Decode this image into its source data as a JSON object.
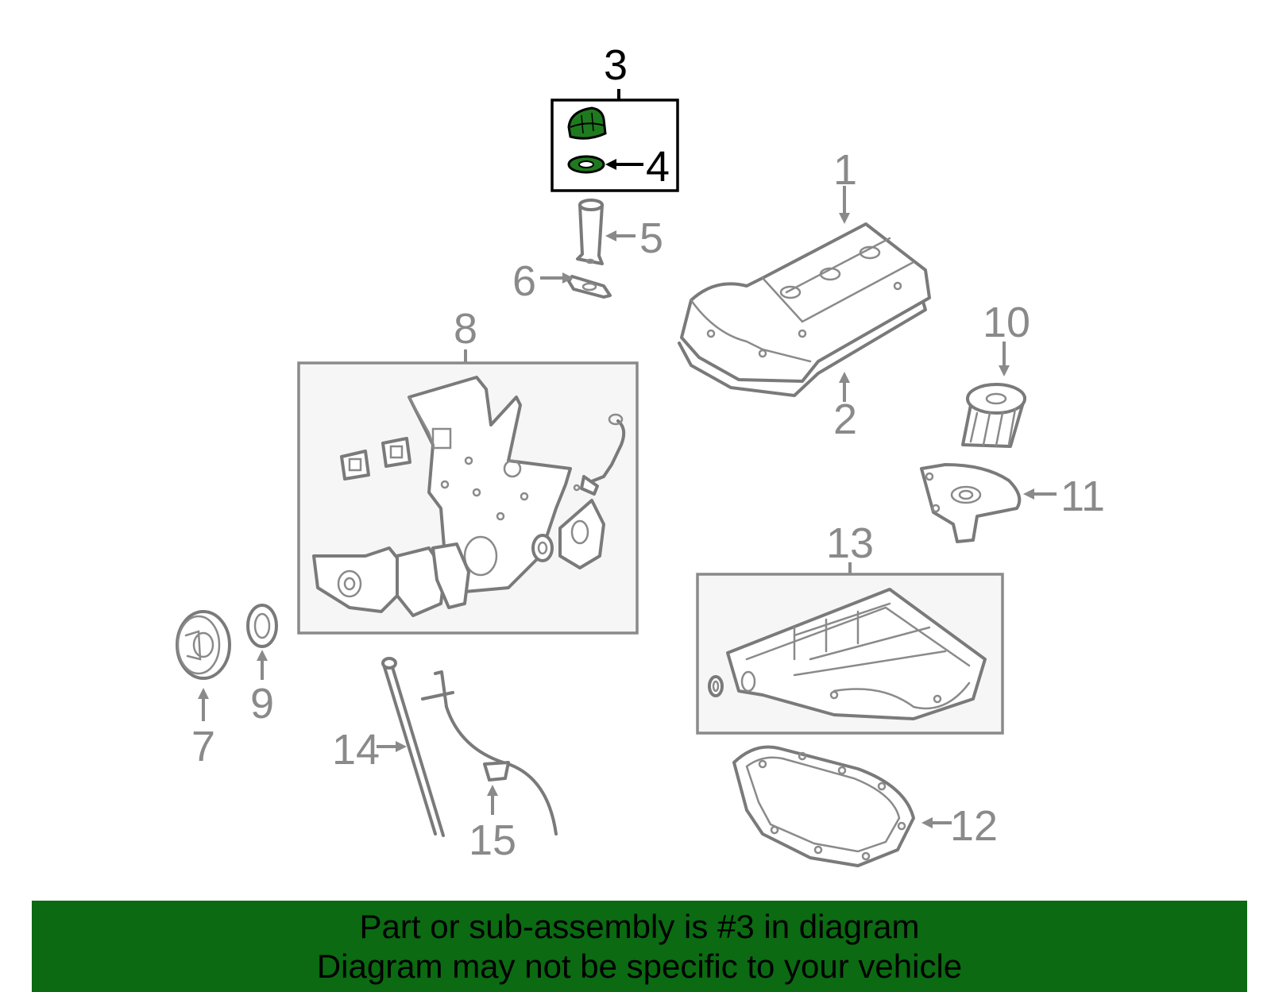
{
  "callouts": {
    "c1": "1",
    "c2": "2",
    "c3": "3",
    "c4": "4",
    "c5": "5",
    "c6": "6",
    "c7": "7",
    "c8": "8",
    "c9": "9",
    "c10": "10",
    "c11": "11",
    "c12": "12",
    "c13": "13",
    "c14": "14",
    "c15": "15"
  },
  "highlighted_part": "3",
  "colors": {
    "banner": "#0b6a12",
    "highlight_part": "#1f7a1f",
    "line_art": "#7a7a7a"
  },
  "banner": {
    "line1": "Part or sub-assembly is #3 in diagram",
    "line2": "Diagram may not be specific to your vehicle"
  }
}
